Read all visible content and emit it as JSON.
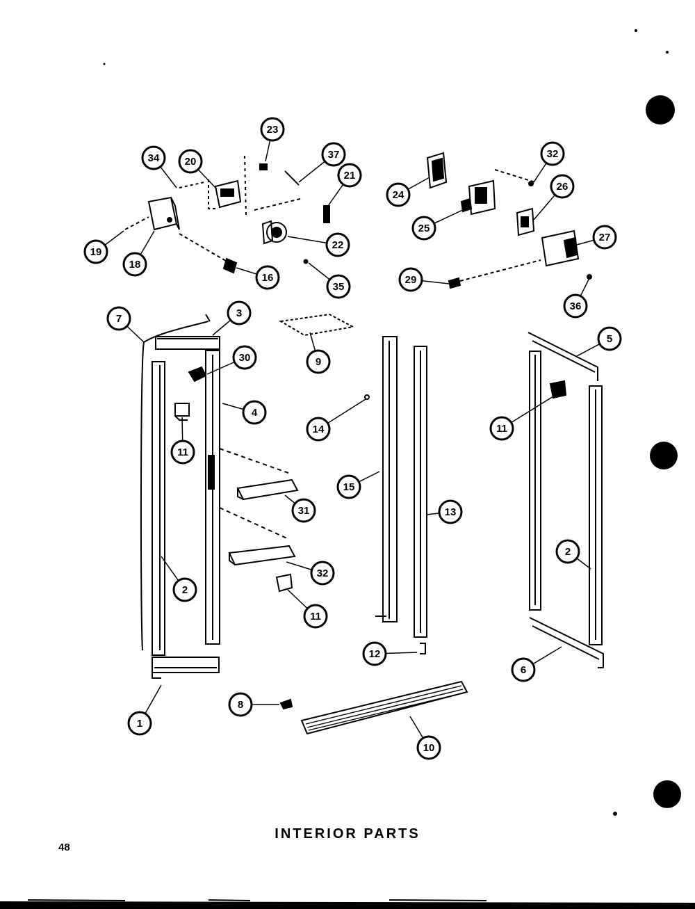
{
  "caption": "INTERIOR PARTS",
  "page_number": "48",
  "ink_color": "#000000",
  "paper_color": "#ffffff",
  "binder_holes": 3,
  "callouts": [
    "34",
    "20",
    "23",
    "37",
    "21",
    "19",
    "18",
    "16",
    "22",
    "35",
    "24",
    "25",
    "32",
    "26",
    "27",
    "29",
    "36",
    "7",
    "3",
    "30",
    "4",
    "11",
    "9",
    "14",
    "15",
    "13",
    "5",
    "11",
    "31",
    "32",
    "11",
    "2",
    "2",
    "12",
    "6",
    "8",
    "10",
    "1"
  ]
}
